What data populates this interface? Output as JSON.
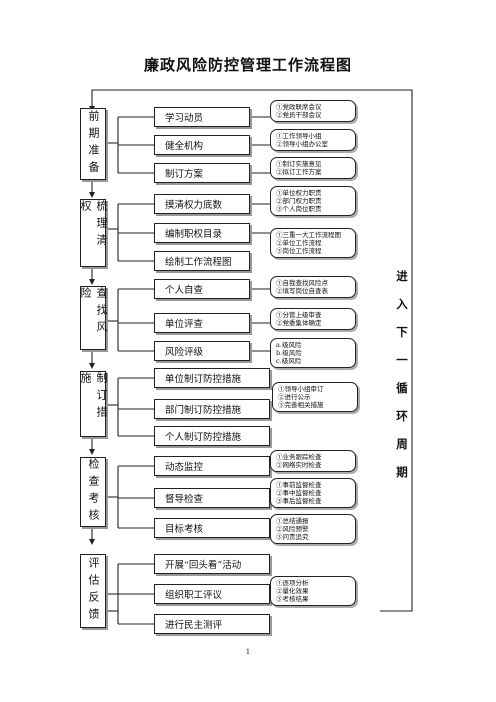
{
  "title": "廉政风险防控管理工作流程图",
  "stages": [
    {
      "label": "前期准备",
      "tasks": [
        "学习动员",
        "健全机构",
        "制订方案"
      ],
      "notes": [
        [
          "①党政联席会议",
          "②党员干部会议"
        ],
        [
          "①工作领导小组",
          "②领导小组办公室"
        ],
        [
          "①制订实施意见",
          "②拟订工作方案"
        ]
      ]
    },
    {
      "label": "梳理清权",
      "tasks": [
        "摸清权力底数",
        "编制职权目录",
        "绘制工作流程图"
      ],
      "notes": [
        [
          "①单位权力职责",
          "②部门权力职责",
          "③个人岗位职责"
        ],
        [
          "①三重一大工作流程图",
          "②单位工作流程",
          "③岗位工作流程"
        ]
      ]
    },
    {
      "label": "查找风险",
      "tasks": [
        "个人自查",
        "单位评查",
        "风险评级"
      ],
      "notes": [
        [
          "①自我查找风险点",
          "②填写岗位自查表"
        ],
        [
          "①分管上级审查",
          "②党委集体确定"
        ],
        [
          "a.级风险",
          "b.级风险",
          "c.级风险"
        ]
      ]
    },
    {
      "label": "制订措施",
      "tasks": [
        "单位制订防控措施",
        "部门制订防控措施",
        "个人制订防控措施"
      ],
      "notes": [
        [
          "①领导小组审订",
          "②进行公示",
          "③完善相关措施"
        ]
      ]
    },
    {
      "label": "检查考核",
      "tasks": [
        "动态监控",
        "督导检查",
        "目标考核"
      ],
      "notes": [
        [
          "①业务跟踪检查",
          "②网络实时检查"
        ],
        [
          "①事前监督检查",
          "②事中监督检查",
          "③事后监督检查"
        ],
        [
          "①总结通报",
          "②风险预警",
          "③问责追究"
        ]
      ]
    },
    {
      "label": "评估反馈",
      "tasks": [
        "开展“回头看”活动",
        "组织职工评议",
        "进行民主测评"
      ],
      "notes": [
        [
          "①逐项分析",
          "②量化效果",
          "③考核结果"
        ]
      ]
    }
  ],
  "cycle_label": [
    "进",
    "入",
    "下",
    "一",
    "循",
    "环",
    "周",
    "期"
  ],
  "page_number": "1"
}
